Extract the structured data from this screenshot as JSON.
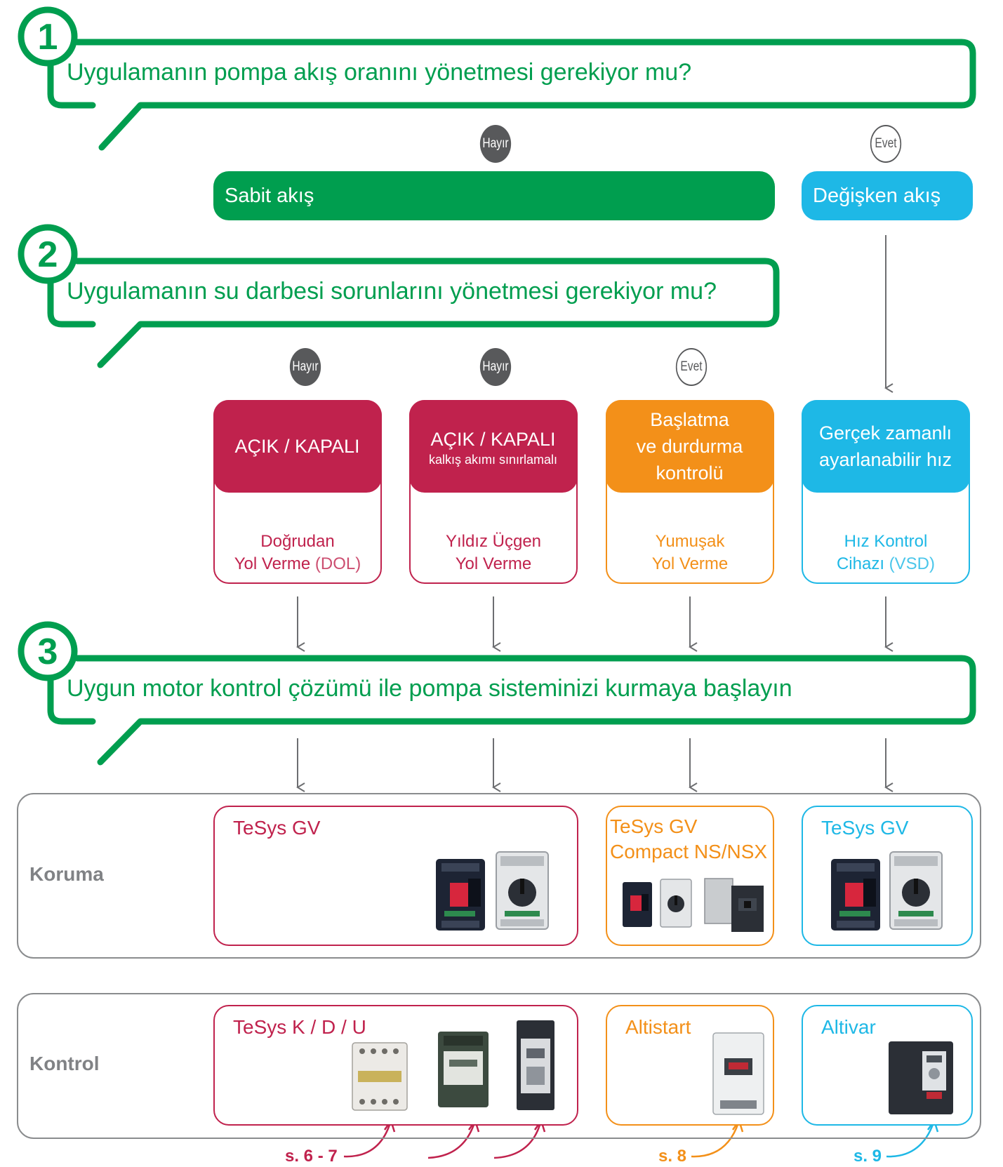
{
  "colors": {
    "green": "#009e4f",
    "crimson": "#c0224d",
    "orange": "#f39019",
    "cyan": "#1eb8e6",
    "grey": "#58595b",
    "frame_grey": "#8a8c8e"
  },
  "steps": [
    {
      "number": "1",
      "question": "Uygulamanın pompa akış oranını yönetmesi gerekiyor mu?"
    },
    {
      "number": "2",
      "question": "Uygulamanın su darbesi sorunlarını yönetmesi gerekiyor mu?"
    },
    {
      "number": "3",
      "question": "Uygun motor kontrol çözümü ile pompa sisteminizi kurmaya başlayın"
    }
  ],
  "flow_badges": {
    "step1_no": "Hayır",
    "step1_yes": "Evet",
    "step2_no_a": "Hayır",
    "step2_no_b": "Hayır",
    "step2_yes": "Evet"
  },
  "flow_pills": {
    "fixed": "Sabit akış",
    "variable": "Değişken akış"
  },
  "methods": [
    {
      "head": "AÇIK / KAPALI",
      "sub": "",
      "name_line1": "Doğrudan",
      "name_line2": "Yol Verme",
      "note": "(DOL)"
    },
    {
      "head": "AÇIK / KAPALI",
      "sub": "kalkış akımı sınırlamalı",
      "name_line1": "Yıldız Üçgen",
      "name_line2": "Yol Verme",
      "note": ""
    },
    {
      "head_line1": "Başlatma",
      "head_line2": "ve durdurma",
      "head_line3": "kontrolü",
      "name_line1": "Yumuşak",
      "name_line2": "Yol Verme",
      "note": ""
    },
    {
      "head_line1": "Gerçek zamanlı",
      "head_line2": "ayarlanabilir hız",
      "name_line1": "Hız Kontrol",
      "name_line2": "Cihazı",
      "note": "(VSD)"
    }
  ],
  "sections": {
    "protection_label": "Koruma",
    "control_label": "Kontrol"
  },
  "protection": [
    {
      "title": "TeSys GV",
      "title2": ""
    },
    {
      "title": "TeSys GV",
      "title2": "Compact NS/NSX"
    },
    {
      "title": "TeSys GV",
      "title2": ""
    }
  ],
  "control": [
    {
      "title": "TeSys K / D / U"
    },
    {
      "title": "Altistart"
    },
    {
      "title": "Altivar"
    }
  ],
  "page_refs": {
    "ref1": "s. 6 - 7",
    "ref2": "s. 8",
    "ref3": "s. 9"
  }
}
